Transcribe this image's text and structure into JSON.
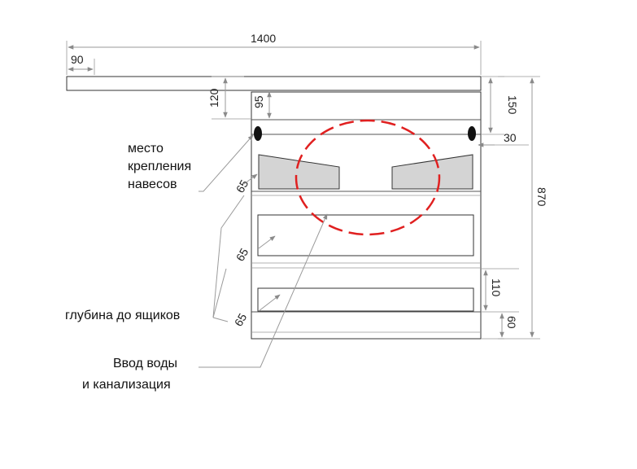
{
  "dimensions": {
    "total_width": "1400",
    "overhang": "90",
    "top_gap": "120",
    "top_panel": "95",
    "upper_height": "150",
    "mount_offset": "30",
    "total_height": "870",
    "drawer_height": "110",
    "plinth": "60",
    "depth_1": "65",
    "depth_2": "65",
    "depth_3": "65"
  },
  "labels": {
    "mount_line1": "место",
    "mount_line2": "крепления",
    "mount_line3": "навесов",
    "depth": "глубина до ящиков",
    "water_line1": "Ввод воды",
    "water_line2": "и канализация"
  },
  "colors": {
    "highlight": "#e02020",
    "bracket": "#d4d4d4",
    "mount": "#111111"
  }
}
